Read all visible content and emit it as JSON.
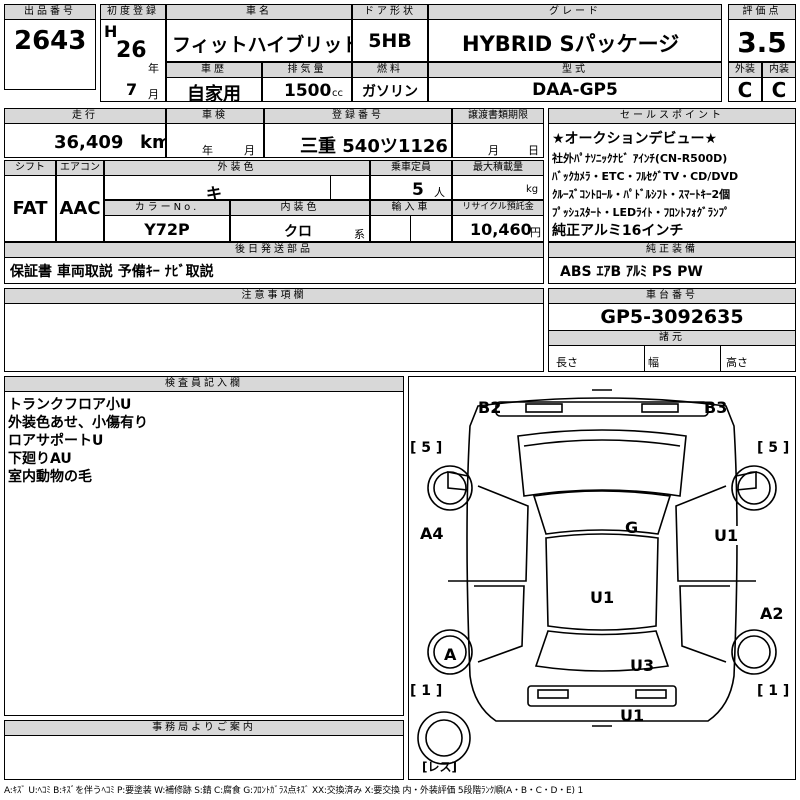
{
  "header": {
    "lot_no_label": "出品番号",
    "lot_no": "2643",
    "first_reg_label": "初度登録",
    "era": "H",
    "year": "26",
    "year_unit": "年",
    "month": "7",
    "month_unit": "月",
    "car_name_label": "車名",
    "car_name": "フィットハイブリッド",
    "door_label": "ドア形状",
    "door": "5HB",
    "grade_label": "グレード",
    "grade": "HYBRID Sパッケージ",
    "score_label": "評価点",
    "score": "3.5",
    "history_label": "車歴",
    "history": "自家用",
    "displacement_label": "排気量",
    "displacement": "1500",
    "displacement_unit": "cc",
    "fuel_label": "燃料",
    "fuel": "ガソリン",
    "model_label": "型式",
    "model": "DAA-GP5",
    "ext_label": "外装",
    "ext_grade": "C",
    "int_label": "内装",
    "int_grade": "C"
  },
  "row2": {
    "mileage_label": "走行",
    "mileage": "36,409",
    "mileage_unit": "km",
    "inspection_label": "車検",
    "insp_year_unit": "年",
    "insp_month_unit": "月",
    "plate_label": "登録番号",
    "plate": "三重 540ツ1126",
    "transfer_label": "譲渡書類期限",
    "transfer_month_unit": "月",
    "transfer_day_unit": "日",
    "shift_label": "シフト",
    "shift": "FAT",
    "ac_label": "エアコン",
    "ac": "AAC",
    "color_label": "外装色",
    "color": "キ",
    "capacity_label": "乗車定員",
    "capacity": "5",
    "capacity_unit": "人",
    "load_label": "最大積載量",
    "load_unit": "kg",
    "color_no_label": "カラーNo.",
    "color_no": "Y72P",
    "interior_color_label": "内装色",
    "interior_color": "クロ",
    "interior_color_unit": "系",
    "import_label": "輸入車",
    "recycle_label": "リサイクル預託金",
    "recycle": "10,460",
    "recycle_unit": "円"
  },
  "sales_points": {
    "label": "セールスポイント",
    "lines": [
      "★オークションデビュー★",
      "社外ﾊﾟﾅｿﾆｯｸﾅﾋﾞ ｱｲﾝﾁ(CN-R500D)",
      "ﾊﾞｯｸｶﾒﾗ・ETC・ﾌﾙｾｸﾞTV・CD/DVD",
      "ｸﾙｰｽﾞｺﾝﾄﾛｰﾙ・ﾊﾟﾄﾞﾙｼﾌﾄ・ｽﾏｰﾄｷｰ2個",
      "ﾌﾟｯｼｭｽﾀｰﾄ・LEDﾗｲﾄ・ﾌﾛﾝﾄﾌｫｸﾞﾗﾝﾌﾟ",
      "純正アルミ16インチ"
    ]
  },
  "later_parts": {
    "label": "後日発送部品",
    "text": "保証書 車両取説 予備ｷｰ ﾅﾋﾞ取説"
  },
  "standard_equipment": {
    "label": "純正装備",
    "text": "ABS ｴｱB ｱﾙﾐ PS PW"
  },
  "notes": {
    "label": "注意事項欄"
  },
  "chassis": {
    "label": "車台番号",
    "value": "GP5-3092635",
    "dims_label": "諸元",
    "length_label": "長さ",
    "width_label": "幅",
    "height_label": "高さ"
  },
  "inspector": {
    "label": "検査員記入欄",
    "lines": [
      "トランクフロア小U",
      "外装色あせ、小傷有り",
      "ロアサポートU",
      "下廻りAU",
      "室内動物の毛"
    ]
  },
  "office": {
    "label": "事務局よりご案内"
  },
  "diagram": {
    "marks": {
      "b2": "B2",
      "b3": "B3",
      "a4": "A4",
      "g": "G",
      "u1_door": "U1",
      "u1_roof": "U1",
      "a2": "A2",
      "a": "A",
      "u3": "U3",
      "u1_bumper": "U1"
    },
    "tires": {
      "fl": "[ 5 ]",
      "fr": "[ 5 ]",
      "rl": "[ 1 ]",
      "rr": "[ 1 ]",
      "spare": "[レス]"
    }
  },
  "legend": "A:ｷｽﾞ U:ﾍｺﾐ B:ｷｽﾞを伴うﾍｺﾐ P:要塗装 W:補修跡 S:錆 C:腐食 G:ﾌﾛﾝﾄｶﾞﾗｽ点ｷｽﾞ XX:交換済み X:要交換 内・外装評価 5段階ﾗﾝｸ順(A・B・C・D・E) 1"
}
